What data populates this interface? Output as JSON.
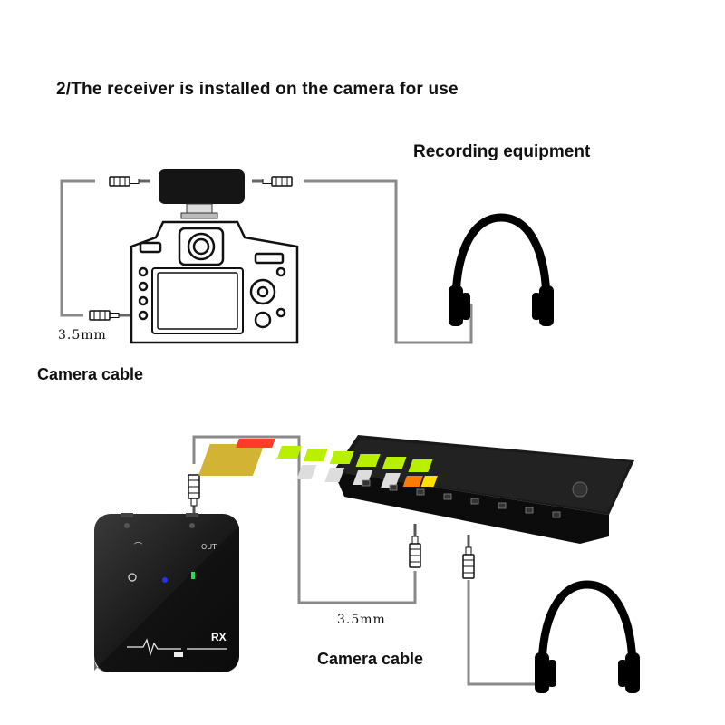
{
  "title": "2/The receiver is installed on the camera for use",
  "top_section": {
    "device_label": "Recording equipment",
    "size_label": "3.5mm",
    "cable_label": "Camera cable"
  },
  "bottom_section": {
    "size_label": "3.5mm",
    "cable_label": "Camera cable",
    "receiver": {
      "badge": "RX",
      "out_label": "OUT"
    }
  },
  "colors": {
    "line": "#8a8a8a",
    "device_black": "#161616",
    "led_blue": "#2233ff",
    "led_green": "#22dd55",
    "mixer_accent": "#b8f000"
  }
}
